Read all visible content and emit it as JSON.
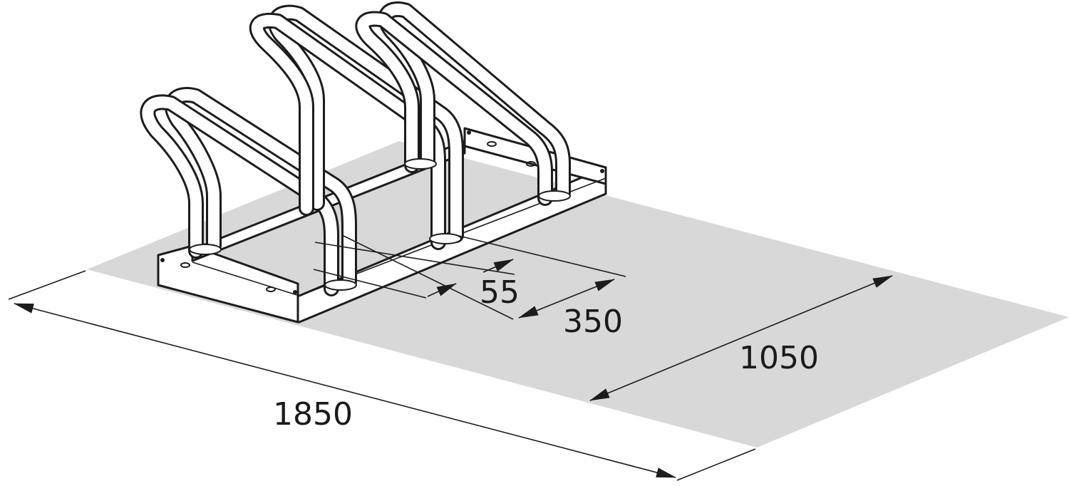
{
  "dimensions": {
    "length": "1850",
    "width": "1050",
    "spacing": "350",
    "tube_gap": "55"
  },
  "colors": {
    "floor": "#d8d8d8",
    "line": "#1c1c1c",
    "background": "#ffffff"
  }
}
